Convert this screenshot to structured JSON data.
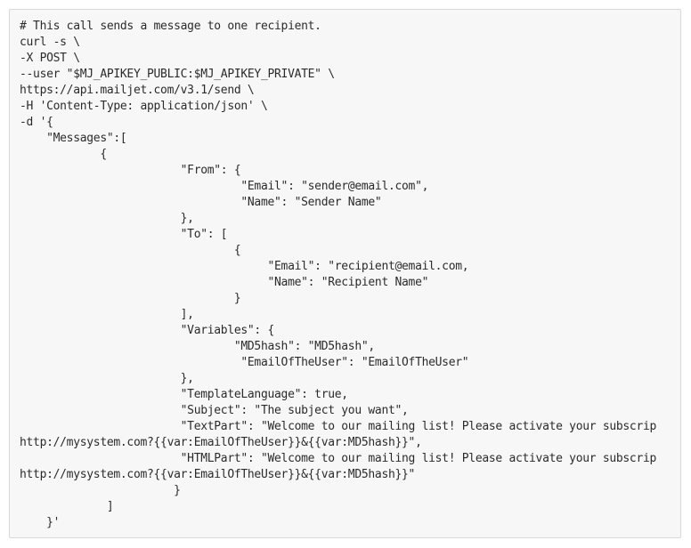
{
  "code_block": {
    "lines": [
      "# This call sends a message to one recipient.",
      "curl -s \\",
      "-X POST \\",
      "--user \"$MJ_APIKEY_PUBLIC:$MJ_APIKEY_PRIVATE\" \\",
      "https://api.mailjet.com/v3.1/send \\",
      "-H 'Content-Type: application/json' \\",
      "-d '{",
      "    \"Messages\":[",
      "            {",
      "                        \"From\": {",
      "                                 \"Email\": \"sender@email.com\",",
      "                                 \"Name\": \"Sender Name\"",
      "                        },",
      "                        \"To\": [",
      "                                {",
      "                                     \"Email\": \"recipient@email.com,",
      "                                     \"Name\": \"Recipient Name\"",
      "                                }",
      "                        ],",
      "                        \"Variables\": {",
      "                                \"MD5hash\": \"MD5hash\",",
      "                                 \"EmailOfTheUser\": \"EmailOfTheUser\"",
      "                        },",
      "                        \"TemplateLanguage\": true,",
      "                        \"Subject\": \"The subject you want\",",
      "                        \"TextPart\": \"Welcome to our mailing list! Please activate your subscrip",
      "http://mysystem.com?{{var:EmailOfTheUser}}&{{var:MD5hash}}\",",
      "                        \"HTMLPart\": \"Welcome to our mailing list! Please activate your subscrip",
      "http://mysystem.com?{{var:EmailOfTheUser}}&{{var:MD5hash}}\"",
      "                       }",
      "             ]",
      "    }'"
    ]
  }
}
